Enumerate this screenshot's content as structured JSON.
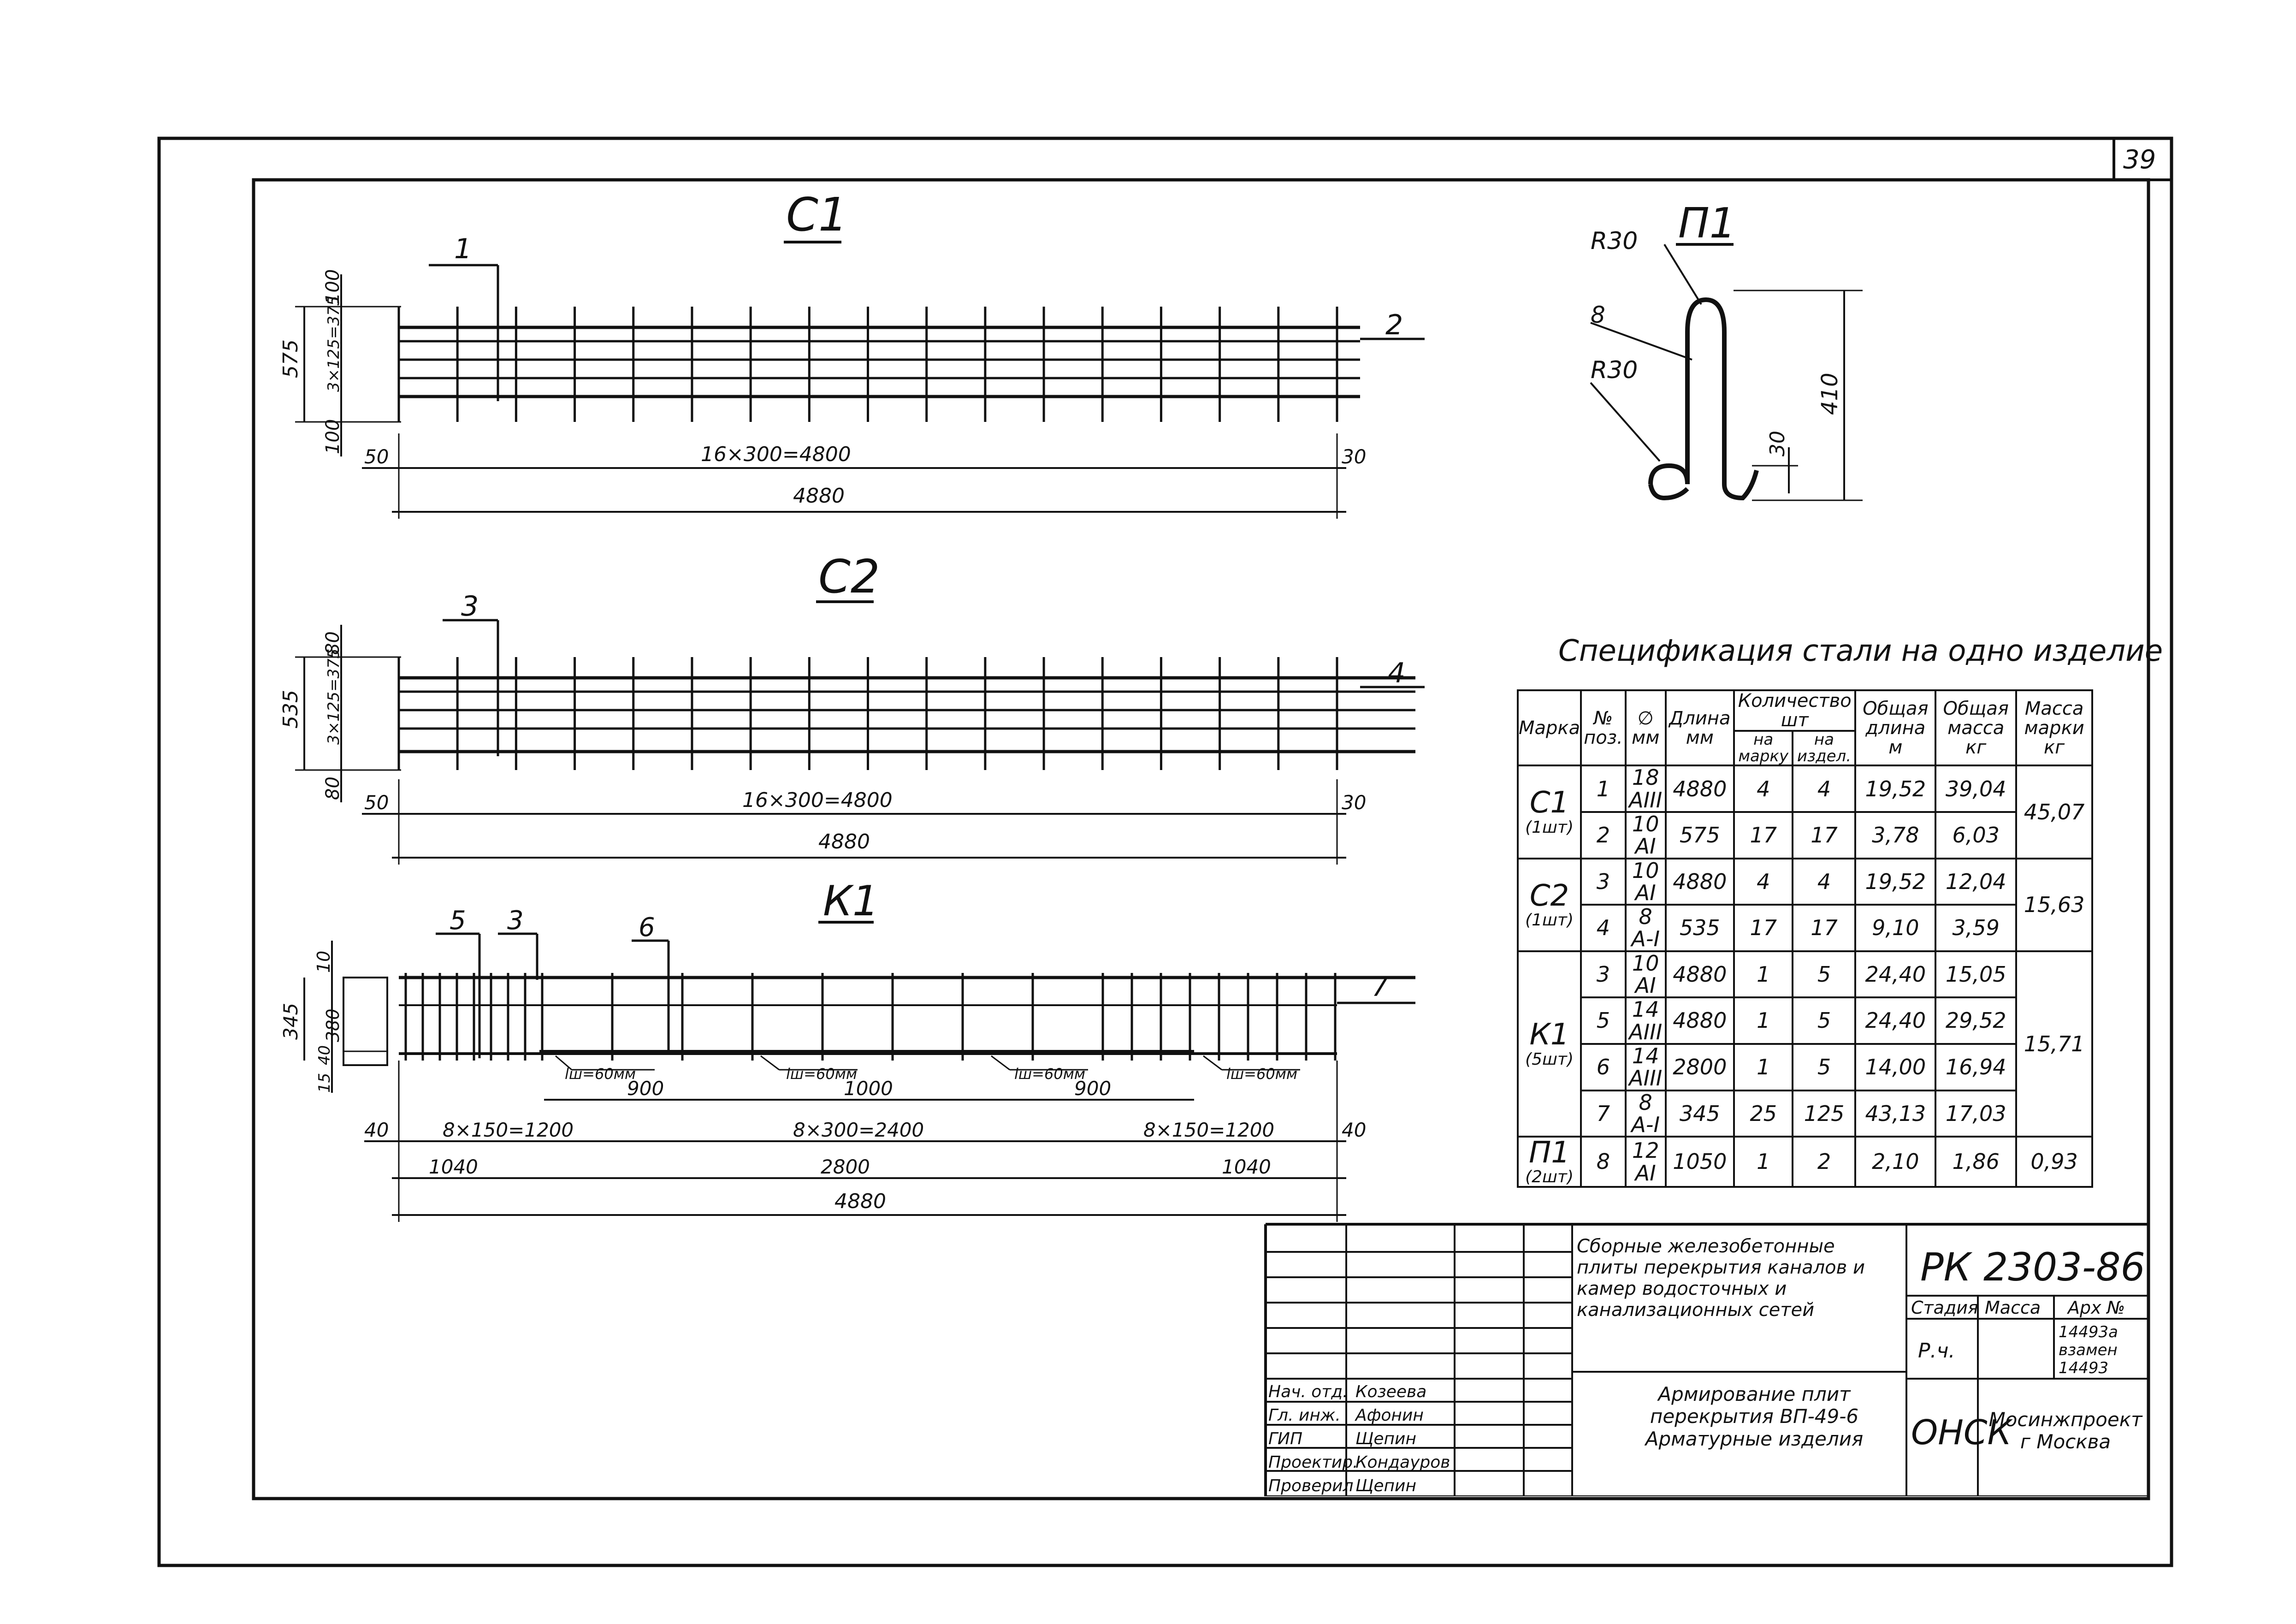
{
  "sheet_number": "39",
  "c1": {
    "title": "С1",
    "pos_top": "1",
    "pos_right": "2",
    "dim_height": "575",
    "dim_top": "100",
    "dim_mid": "3×125=375",
    "dim_bottom": "100",
    "dim_left": "50",
    "dim_span": "16×300=4800",
    "dim_right": "30",
    "dim_total": "4880"
  },
  "c2": {
    "title": "С2",
    "pos_top": "3",
    "pos_right": "4",
    "dim_height": "535",
    "dim_top": "80",
    "dim_mid": "3×125=375",
    "dim_bottom": "80",
    "dim_left": "50",
    "dim_span": "16×300=4800",
    "dim_right": "30",
    "dim_total": "4880"
  },
  "k1": {
    "title": "К1",
    "pos_5": "5",
    "pos_3": "3",
    "pos_6": "6",
    "pos_7": "7",
    "dim_height": "345",
    "dim_top": "10",
    "dim_380": "380",
    "dim_40": "40",
    "dim_15": "15",
    "weld": "lш=60мм",
    "dim_900a": "900",
    "dim_1000": "1000",
    "dim_900b": "900",
    "dim_left": "40",
    "dim_seg1": "8×150=1200",
    "dim_seg2": "8×300=2400",
    "dim_seg3": "8×150=1200",
    "dim_right": "40",
    "dim_1040a": "1040",
    "dim_2800": "2800",
    "dim_1040b": "1040",
    "dim_total": "4880"
  },
  "p1": {
    "title": "П1",
    "r_top": "R30",
    "pos": "8",
    "r_bottom": "R30",
    "dim_30": "30",
    "dim_410": "410"
  },
  "spec": {
    "title": "Спецификация стали на одно изделие",
    "headers": {
      "mark": "Марка",
      "pos": "№ поз.",
      "dia": "∅ мм",
      "len": "Длина мм",
      "qty": "Количество шт",
      "qty_mark": "на марку",
      "qty_item": "на издел.",
      "total_len": "Общая длина м",
      "total_mass": "Общая масса кг",
      "mark_mass": "Масса марки кг"
    },
    "groups": [
      {
        "mark": "С1",
        "count": "(1шт)",
        "mass": "45,07",
        "rows": [
          [
            "1",
            "18 AIII",
            "4880",
            "4",
            "4",
            "19,52",
            "39,04"
          ],
          [
            "2",
            "10 AI",
            "575",
            "17",
            "17",
            "3,78",
            "6,03"
          ]
        ]
      },
      {
        "mark": "С2",
        "count": "(1шт)",
        "mass": "15,63",
        "rows": [
          [
            "3",
            "10 AI",
            "4880",
            "4",
            "4",
            "19,52",
            "12,04"
          ],
          [
            "4",
            "8 A-I",
            "535",
            "17",
            "17",
            "9,10",
            "3,59"
          ]
        ]
      },
      {
        "mark": "К1",
        "count": "(5шт)",
        "mass": "15,71",
        "rows": [
          [
            "3",
            "10 AI",
            "4880",
            "1",
            "5",
            "24,40",
            "15,05"
          ],
          [
            "5",
            "14 AIII",
            "4880",
            "1",
            "5",
            "24,40",
            "29,52"
          ],
          [
            "6",
            "14 AIII",
            "2800",
            "1",
            "5",
            "14,00",
            "16,94"
          ],
          [
            "7",
            "8 A-I",
            "345",
            "25",
            "125",
            "43,13",
            "17,03"
          ]
        ]
      },
      {
        "mark": "П1",
        "count": "(2шт)",
        "mass": "0,93",
        "rows": [
          [
            "8",
            "12 AI",
            "1050",
            "1",
            "2",
            "2,10",
            "1,86"
          ]
        ]
      }
    ]
  },
  "stamp": {
    "doc_code": "РК 2303-86",
    "project_title": "Сборные железобетонные плиты перекрытия каналов и камер водосточных и канализационных сетей",
    "sheet_title": "Армирование плит перекрытия ВП-49-6 Арматурные изделия",
    "stage_label": "Стадия",
    "mass_label": "Масса",
    "arch_label": "Арх №",
    "stage_value": "Р.ч.",
    "arch_value": "14493а взамен 14493",
    "org_code": "ОНСК",
    "org_name": "Мосинжпроект г Москва",
    "people": [
      {
        "role": "Нач. отд.",
        "name": "Козеева"
      },
      {
        "role": "Гл. инж.",
        "name": "Афонин"
      },
      {
        "role": "ГИП",
        "name": "Щепин"
      },
      {
        "role": "Проектир.",
        "name": "Кондауров"
      },
      {
        "role": "Проверил",
        "name": "Щепин"
      }
    ]
  }
}
